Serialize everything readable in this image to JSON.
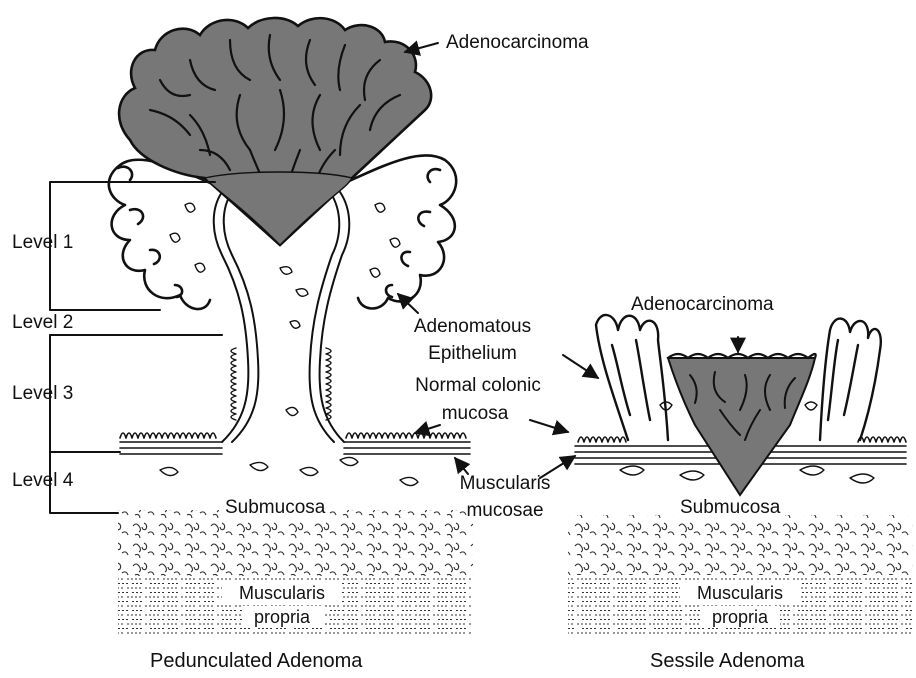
{
  "levels": [
    "Level 1",
    "Level 2",
    "Level 3",
    "Level 4"
  ],
  "pedunculated": {
    "title": "Pedunculated Adenoma",
    "adenocarcinoma": "Adenocarcinoma",
    "submucosa": "Submucosa",
    "muscularis_propria": [
      "Muscularis",
      "propria"
    ]
  },
  "shared_labels": {
    "adenomatous_epithelium": [
      "Adenomatous",
      "Epithelium"
    ],
    "normal_colonic_mucosa": [
      "Normal colonic",
      "mucosa"
    ],
    "muscularis_mucosae": [
      "Muscularis",
      "mucosae"
    ]
  },
  "sessile": {
    "title": "Sessile Adenoma",
    "adenocarcinoma": "Adenocarcinoma",
    "submucosa": "Submucosa",
    "muscularis_propria": [
      "Muscularis",
      "propria"
    ]
  },
  "colors": {
    "tumor": "#777777",
    "ink": "#111111",
    "background": "#ffffff"
  }
}
